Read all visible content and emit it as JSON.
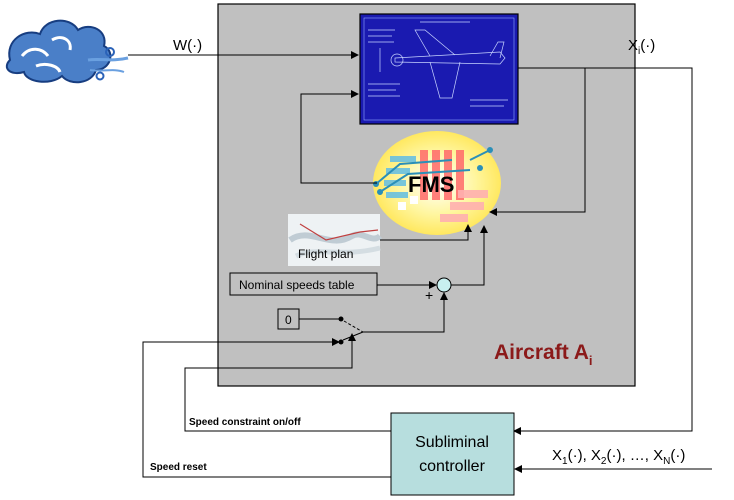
{
  "labels": {
    "wind_input": "W(·)",
    "state_output_main": "X",
    "state_output_sub": "i",
    "state_output_tail": "(·)",
    "fms": "FMS",
    "flight_plan": "Flight plan",
    "nominal_speeds_table": "Nominal speeds table",
    "plus_sign": "+",
    "zero_block": "0",
    "aircraft_main": "Aircraft A",
    "aircraft_sub": "i",
    "speed_constraint": "Speed constraint on/off",
    "speed_reset": "Speed reset",
    "controller_line1": "Subliminal",
    "controller_line2": "controller",
    "inputs": {
      "x1": "X",
      "x1_sub": "1",
      "x1_tail": "(·), ",
      "x2": "X",
      "x2_sub": "2",
      "x2_tail": "(·), …, ",
      "xn": "X",
      "xn_sub": "N",
      "xn_tail": "(·)"
    }
  },
  "colors": {
    "aircraft_box": "#c0c0c0",
    "blueprint": "#1a1ab0",
    "controller_box": "#b7dede",
    "aircraft_label": "#8b1a1a",
    "summer": "#c8f0f0"
  }
}
